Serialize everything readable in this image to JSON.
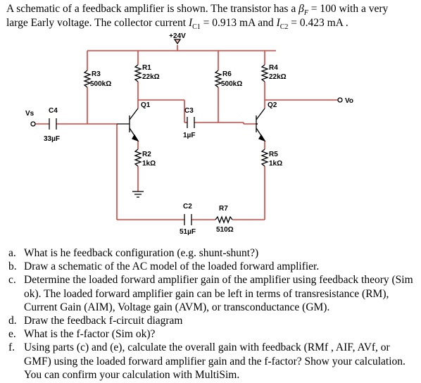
{
  "intro": {
    "line1_a": "A schematic of a feedback amplifier is shown.  The transistor has a ",
    "beta_symbol": "β",
    "beta_sub": "F",
    "line1_b": " = 100 with a very",
    "line2_a": "large Early voltage.  The collector current ",
    "ic1_symbol": "I",
    "ic1_sub": "C1",
    "ic1_value": " = 0.913 mA and ",
    "ic2_symbol": "I",
    "ic2_sub": "C2",
    "ic2_value": " = 0.423 mA ."
  },
  "circuit": {
    "supply": "+24V",
    "input": "Vs",
    "output": "Vo",
    "components": {
      "r3": {
        "name": "R3",
        "value": "500kΩ"
      },
      "r1": {
        "name": "R1",
        "value": "22kΩ"
      },
      "r6": {
        "name": "R6",
        "value": "500kΩ"
      },
      "r4": {
        "name": "R4",
        "value": "22kΩ"
      },
      "q1": {
        "name": "Q1"
      },
      "q2": {
        "name": "Q2"
      },
      "c4": {
        "name": "C4",
        "value": "33µF"
      },
      "c3": {
        "name": "C3",
        "value": "1µF"
      },
      "r2": {
        "name": "R2",
        "value": "1kΩ"
      },
      "r5": {
        "name": "R5",
        "value": "1kΩ"
      },
      "c2": {
        "name": "C2",
        "value": "51µF"
      },
      "r7": {
        "name": "R7",
        "value": "510Ω"
      }
    }
  },
  "questions": [
    {
      "letter": "a.",
      "text": "What is he feedback configuration (e.g. shunt-shunt?)"
    },
    {
      "letter": "b.",
      "text": "Draw a schematic of the AC model of the loaded forward amplifier."
    },
    {
      "letter": "c.",
      "text": "Determine the loaded forward amplifier gain of the amplifier using feedback theory (Sim ok). The loaded forward amplifier gain can be left in terms of transresistance (RM), Current Gain (AIM), Voltage gain (AVM), or transconductance (GM)."
    },
    {
      "letter": "d.",
      "text": "Draw the feedback f-circuit diagram"
    },
    {
      "letter": "e.",
      "text": "What is the f-factor (Sim ok)?"
    },
    {
      "letter": "f.",
      "text": "Using parts (c) and (e), calculate the overall gain with feedback (RMf , AIF, AVf, or GMF) using the loaded forward amplifier gain and the f-factor? Show your calculation. You can confirm your calculation with MultiSim."
    }
  ]
}
